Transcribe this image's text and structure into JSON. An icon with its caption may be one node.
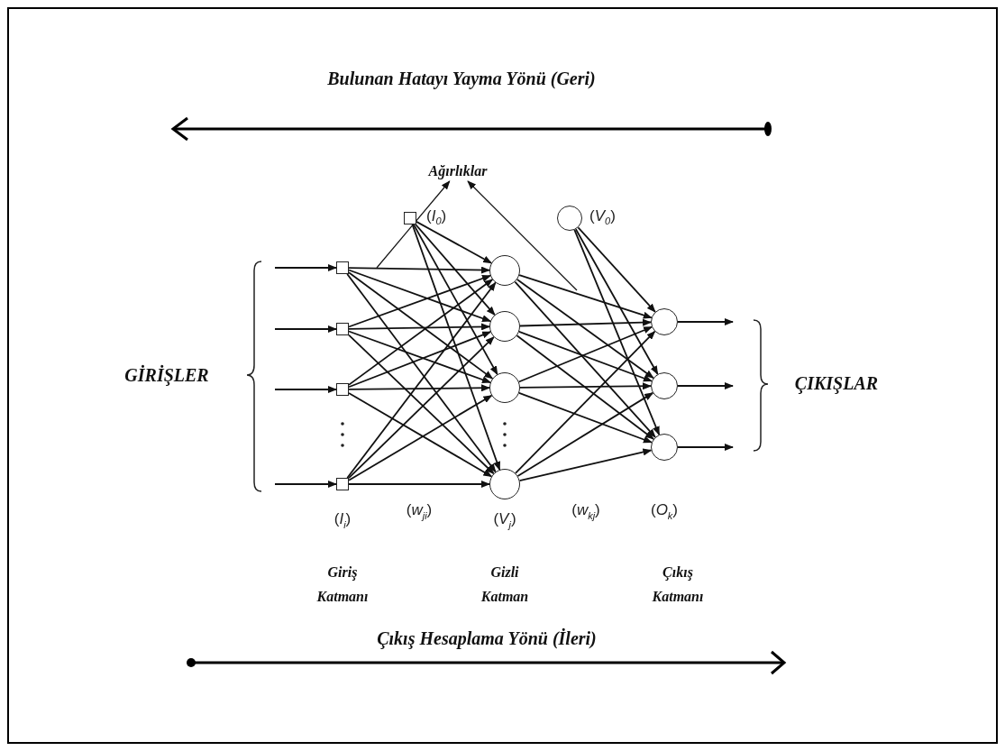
{
  "diagram": {
    "nodes": [
      {
        "text": [
          "Ağırlıklar"
        ]
      },
      {
        "text": [],
        "shape": "box",
        "beside": [
          "(*I*$_{0}$)"
        ]
      },
      {
        "text": [],
        "shape": "circle",
        "beside": [
          "(*V*$_{0}$)"
        ]
      },
      {
        "text": [],
        "shape": "box"
      },
      {
        "text": [],
        "shape": "box"
      },
      {
        "text": [],
        "shape": "box"
      },
      {
        "text": [],
        "shape": "box"
      },
      {
        "text": [],
        "shape": "circle"
      },
      {
        "text": [],
        "shape": "circle"
      },
      {
        "text": [],
        "shape": "circle"
      },
      {
        "text": [],
        "shape": "circle"
      },
      {
        "text": [],
        "shape": "circle"
      },
      {
        "text": [],
        "shape": "circle"
      },
      {
        "text": [],
        "shape": "circle"
      }
    ],
    "edges": [
      {
        "from": null,
        "to": 0,
        "arrow": "to"
      },
      {
        "from": null,
        "to": 0,
        "arrow": "to"
      },
      {
        "from": null,
        "to": 3,
        "arrow": "to"
      },
      {
        "from": null,
        "to": 4,
        "arrow": "to"
      },
      {
        "from": null,
        "to": 5,
        "arrow": "to"
      },
      {
        "from": null,
        "to": 6,
        "arrow": "to"
      },
      {
        "from": 1,
        "to": 7,
        "arrow": "to"
      },
      {
        "from": 1,
        "to": 8,
        "arrow": "to"
      },
      {
        "from": 1,
        "to": 9,
        "arrow": "to"
      },
      {
        "from": 1,
        "to": 10,
        "arrow": "to"
      },
      {
        "from": 3,
        "to": 7,
        "arrow": "to"
      },
      {
        "from": 3,
        "to": 8,
        "arrow": "to"
      },
      {
        "from": 3,
        "to": 9,
        "arrow": "to"
      },
      {
        "from": 3,
        "to": 10,
        "arrow": "to"
      },
      {
        "from": 4,
        "to": 7,
        "arrow": "to"
      },
      {
        "from": 4,
        "to": 8,
        "arrow": "to"
      },
      {
        "from": 4,
        "to": 9,
        "arrow": "to"
      },
      {
        "from": 4,
        "to": 10,
        "arrow": "to"
      },
      {
        "from": 5,
        "to": 7,
        "arrow": "to"
      },
      {
        "from": 5,
        "to": 8,
        "arrow": "to"
      },
      {
        "from": 5,
        "to": 9,
        "arrow": "to"
      },
      {
        "from": 5,
        "to": 10,
        "arrow": "to"
      },
      {
        "from": 6,
        "to": 7,
        "arrow": "to"
      },
      {
        "from": 6,
        "to": 8,
        "arrow": "to"
      },
      {
        "from": 6,
        "to": 9,
        "arrow": "to"
      },
      {
        "from": 6,
        "to": 10,
        "arrow": "to"
      },
      {
        "from": 2,
        "to": 11,
        "arrow": "to"
      },
      {
        "from": 2,
        "to": 12,
        "arrow": "to"
      },
      {
        "from": 2,
        "to": 13,
        "arrow": "to"
      },
      {
        "from": 7,
        "to": 11,
        "arrow": "to"
      },
      {
        "from": 7,
        "to": 12,
        "arrow": "to"
      },
      {
        "from": 7,
        "to": 13,
        "arrow": "to"
      },
      {
        "from": 8,
        "to": 11,
        "arrow": "to"
      },
      {
        "from": 8,
        "to": 12,
        "arrow": "to"
      },
      {
        "from": 8,
        "to": 13,
        "arrow": "to"
      },
      {
        "from": 9,
        "to": 11,
        "arrow": "to"
      },
      {
        "from": 9,
        "to": 12,
        "arrow": "to"
      },
      {
        "from": 9,
        "to": 13,
        "arrow": "to"
      },
      {
        "from": 10,
        "to": 11,
        "arrow": "to"
      },
      {
        "from": 10,
        "to": 12,
        "arrow": "to"
      },
      {
        "from": 10,
        "to": 13,
        "arrow": "to"
      },
      {
        "from": 11,
        "to": null,
        "arrow": "to"
      },
      {
        "from": 12,
        "to": null,
        "arrow": "to"
      },
      {
        "from": 13,
        "to": null,
        "arrow": "to"
      }
    ],
    "labels": [
      "Bulunan Hatayı Yayma Yönü (Geri)",
      "GİRİŞLER",
      "ÇIKIŞLAR",
      "(*I*$_{i}$)",
      "(*w*$_{ji}$)",
      "(*V*$_{j}$)",
      "(*w*$_{kj}$)",
      "(*O*$_{k}$)",
      "Giriş Katmanı",
      "Gizli Katman",
      "Çıkış Katmanı",
      "Çıkış Hesaplama Yönü (İleri)"
    ]
  }
}
